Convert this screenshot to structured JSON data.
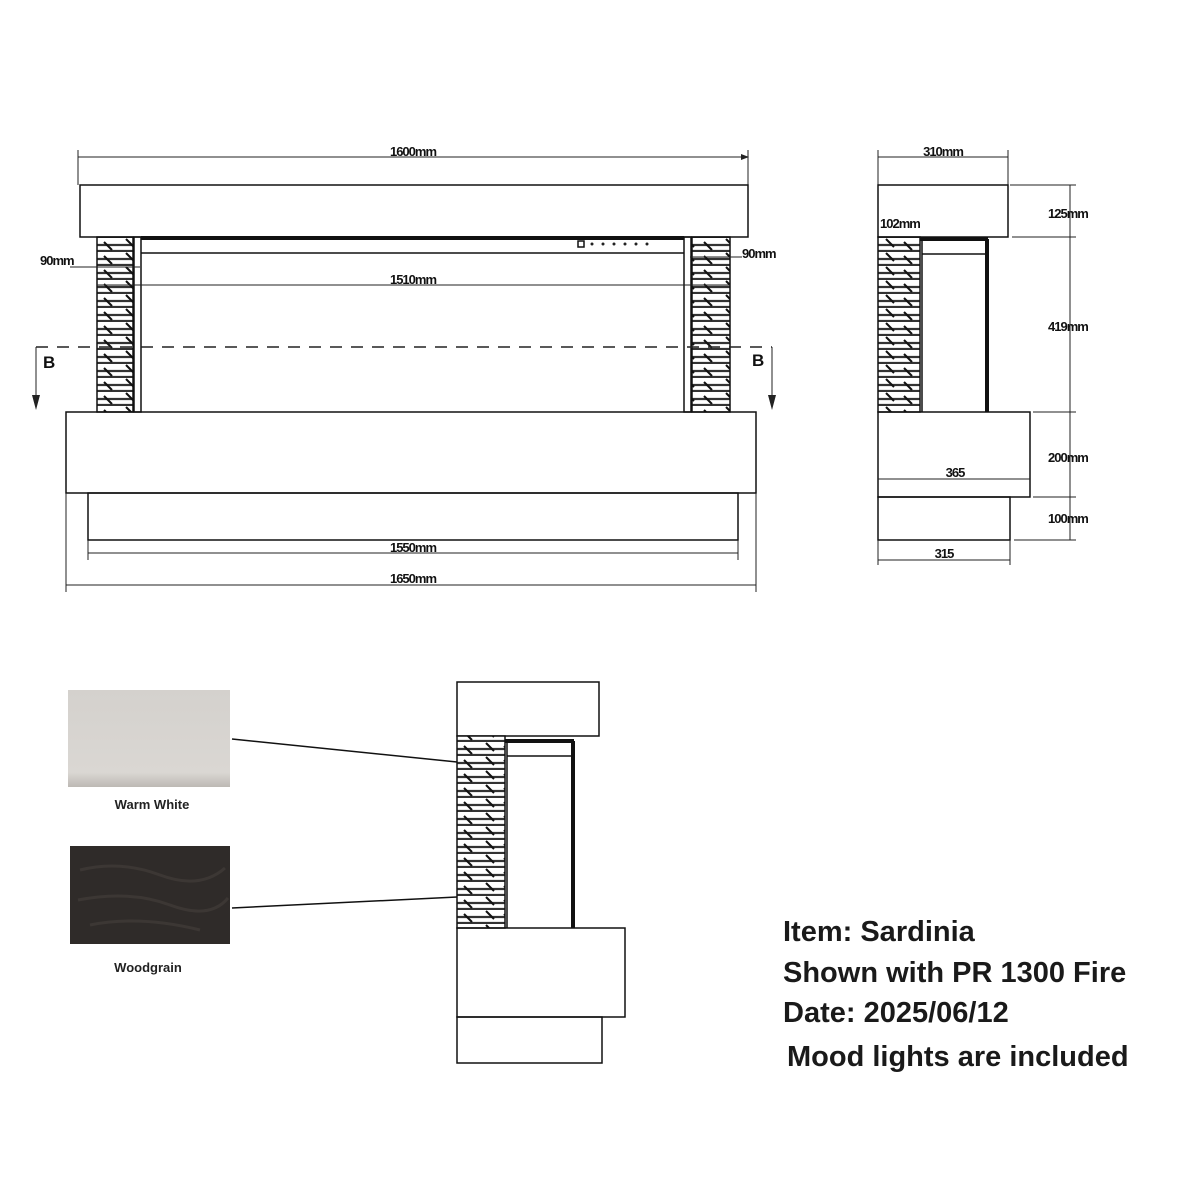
{
  "front_view": {
    "width_top": "1600mm",
    "pillar_left": "90mm",
    "pillar_right": "90mm",
    "opening_width": "1510mm",
    "section_mark_left": "B",
    "section_mark_right": "B",
    "plinth_width": "1550mm",
    "base_width": "1650mm"
  },
  "side_view": {
    "depth_top": "310mm",
    "mantel_height": "125mm",
    "pillar_depth": "102mm",
    "opening_height": "419mm",
    "base_height": "200mm",
    "base_depth": "365",
    "plinth_height": "100mm",
    "plinth_depth": "315"
  },
  "finishes": [
    {
      "label": "Warm White",
      "color": "#d6d3cf"
    },
    {
      "label": "Woodgrain",
      "color": "#2f2b29"
    }
  ],
  "info": {
    "item": "Item: Sardinia",
    "shown_with": "Shown with PR 1300 Fire",
    "date": "Date: 2025/06/12",
    "note": "Mood lights are included"
  }
}
